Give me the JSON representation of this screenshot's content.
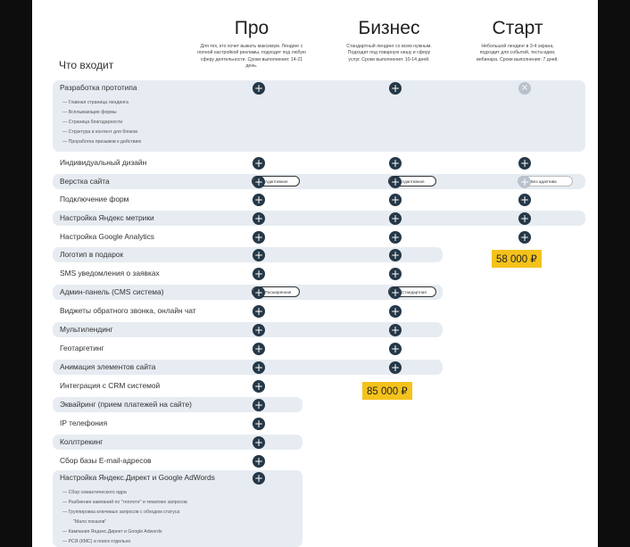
{
  "header": {
    "what_label": "Что входит",
    "plans": [
      {
        "name": "Про",
        "desc": "Для тех, кто хочет выжать максимум. Лендинг с полной настройкой рекламы, подходит под любую сферу деятельности. Сроки выполнения: 14-21 день."
      },
      {
        "name": "Бизнес",
        "desc": "Стандартный лендинг со всем нужным. Подходит под товарную нишу и сферу услуг. Сроки выполнения: 10-14 дней."
      },
      {
        "name": "Старт",
        "desc": "Небольшой лендинг в 3-4 экрана, подходит для событий, теста идеи, вебинара. Сроки выполнения: 7 дней."
      }
    ]
  },
  "features": [
    {
      "label": "Разработка прототипа",
      "pro": "plus",
      "biz": "plus",
      "start": "x",
      "subitems": [
        "— Главная страница лендинга",
        "— Всплывающие формы",
        "— Страница благодарности",
        "— Структура и контент для блоков",
        "— Проработка призывов к действию"
      ]
    },
    {
      "label": "Индивидуальный дизайн",
      "pro": "plus",
      "biz": "plus",
      "start": "plus"
    },
    {
      "label": "Верстка сайта",
      "pro": "plus",
      "biz": "plus",
      "start": "plus",
      "pro_note": "Адаптивная",
      "biz_note": "Адаптивная",
      "start_note": "Без адаптива"
    },
    {
      "label": "Подключение форм",
      "pro": "plus",
      "biz": "plus",
      "start": "plus"
    },
    {
      "label": "Настройка Яндекс метрики",
      "pro": "plus",
      "biz": "plus",
      "start": "plus"
    },
    {
      "label": "Настройка Google Analytics",
      "pro": "plus",
      "biz": "plus",
      "start": "plus"
    },
    {
      "label": "Логотип в подарок",
      "pro": "plus",
      "biz": "plus"
    },
    {
      "label": "SMS уведомления о заявках",
      "pro": "plus",
      "biz": "plus"
    },
    {
      "label": "Админ-панель (CMS система)",
      "pro": "plus",
      "biz": "plus",
      "pro_note": "Расширенная",
      "biz_note": "Стандартная"
    },
    {
      "label": "Виджеты обратного звонка, онлайн чат",
      "pro": "plus",
      "biz": "plus"
    },
    {
      "label": "Мультилендинг",
      "pro": "plus",
      "biz": "plus"
    },
    {
      "label": "Геотаргетинг",
      "pro": "plus",
      "biz": "plus"
    },
    {
      "label": "Анимация элементов сайта",
      "pro": "plus",
      "biz": "plus"
    },
    {
      "label": "Интеграция с CRM системой",
      "pro": "plus"
    },
    {
      "label": "Эквайринг (прием платежей на сайте)",
      "pro": "plus"
    },
    {
      "label": "IP телефония",
      "pro": "plus"
    },
    {
      "label": "Коллтрекинг",
      "pro": "plus"
    },
    {
      "label": "Сбор базы E-mail-адресов",
      "pro": "plus"
    },
    {
      "label": "Настройка Яндекс.Директ и Google AdWords",
      "pro": "plus",
      "subitems": [
        "— Сбор семантического ядра",
        "— Разбиение кампаний по \"теплоте\" и тематике запросов",
        "— Группировка ключевых запросов с обходом статуса",
        "\"Мало показов\"",
        "— Кампания Яндекс.Директ и Google Adwords",
        "— РСЯ (КМС) и поиск отдельно"
      ]
    }
  ],
  "icons": {
    "plus": "+",
    "x": "×"
  },
  "prices": {
    "biz": "85 000 ₽",
    "start": "58 000 ₽"
  },
  "colors": {
    "icon": "#253848",
    "row_bg": "#e7ecf2",
    "price_bg": "#f5c21c"
  }
}
